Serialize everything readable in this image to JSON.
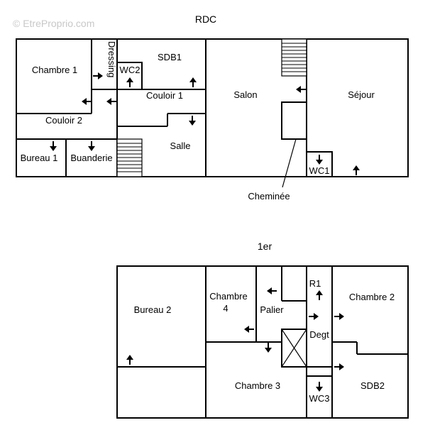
{
  "watermark": "© EtreProprio.com",
  "floors": {
    "rdc": {
      "title": "RDC",
      "rooms": {
        "chambre1": "Chambre 1",
        "dressing": "Dressing",
        "wc2": "WC2",
        "sdb1": "SDB1",
        "couloir1": "Couloir 1",
        "couloir2": "Couloir 2",
        "salon": "Salon",
        "sejour": "Séjour",
        "salle": "Salle",
        "bureau1": "Bureau 1",
        "buanderie": "Buanderie",
        "wc1": "WC1"
      },
      "annotation": "Cheminée"
    },
    "etage": {
      "title": "1er",
      "rooms": {
        "bureau2": "Bureau 2",
        "chambre4_line1": "Chambre",
        "chambre4_line2": "4",
        "palier": "Palier",
        "r1": "R1",
        "chambre2": "Chambre 2",
        "degt": "Degt",
        "chambre3": "Chambre 3",
        "wc3": "WC3",
        "sdb2": "SDB2"
      }
    }
  }
}
